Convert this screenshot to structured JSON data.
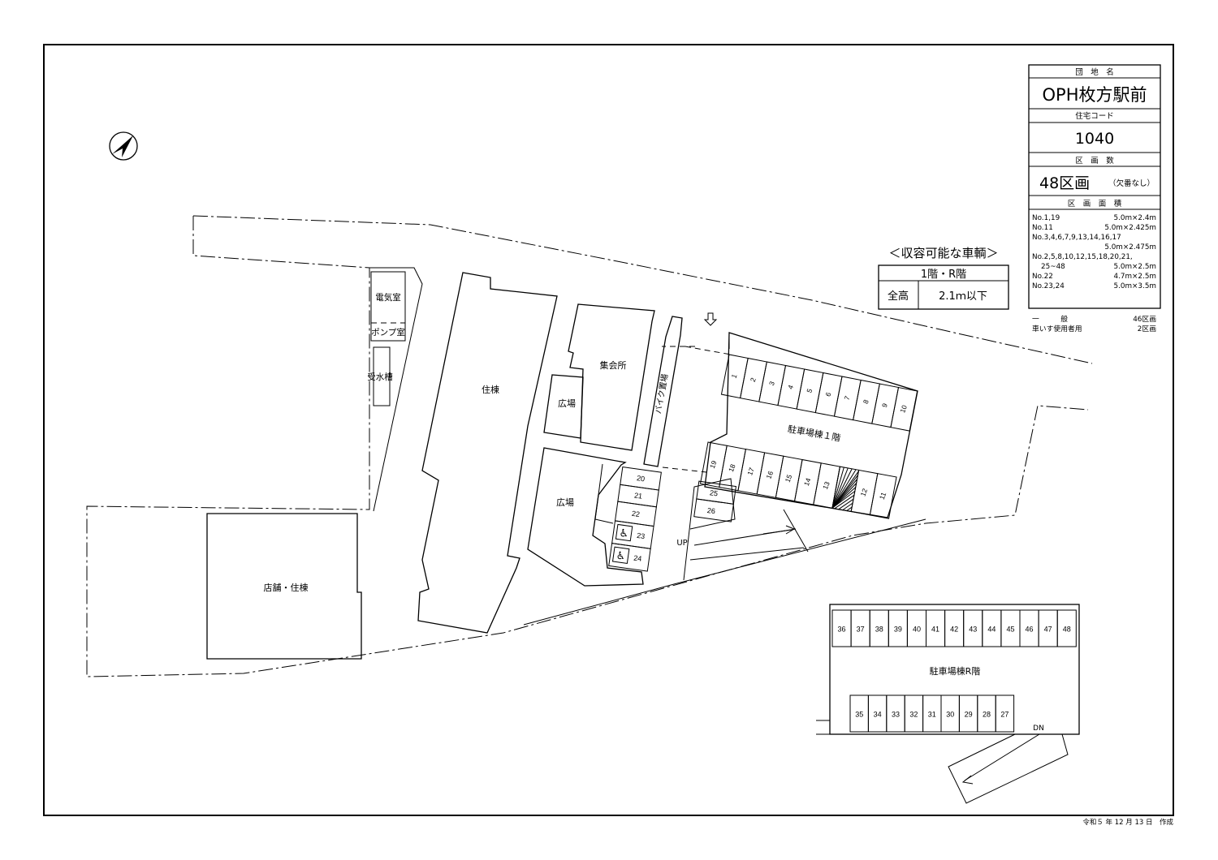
{
  "title_block": {
    "estate_label": "団　地　名",
    "estate_name": "OPH枚方駅前",
    "code_label": "住宅コード",
    "code_value": "1040",
    "count_label": "区　画　数",
    "count_value": "48区画",
    "count_note": "（欠番なし）",
    "area_label": "区　画　面　積",
    "areas": [
      {
        "nos": "No.1,19",
        "size": "5.0m×2.4m"
      },
      {
        "nos": "No.11",
        "size": "5.0m×2.425m"
      },
      {
        "nos": "No.3,4,6,7,9,13,14,16,17",
        "size": ""
      },
      {
        "nos": "",
        "size": "5.0m×2.475m"
      },
      {
        "nos": "No.2,5,8,10,12,15,18,20,21,",
        "size": ""
      },
      {
        "nos": "25~48",
        "size": "5.0m×2.5m"
      },
      {
        "nos": "No.22",
        "size": "4.7m×2.5m"
      },
      {
        "nos": "No.23,24",
        "size": "5.0m×3.5m"
      }
    ],
    "summary": [
      {
        "label": "一　　　般",
        "value": "46区画"
      },
      {
        "label": "車いす使用者用",
        "value": "2区画"
      }
    ]
  },
  "vehicle_box": {
    "title": "＜収容可能な車輌＞",
    "floors": "1階・R階",
    "height_label": "全高",
    "height_value": "2.1ｍ以下"
  },
  "labels": {
    "electric_room": "電気室",
    "pump_room": "ポンプ室",
    "water_tank": "受水槽",
    "residence": "住棟",
    "meeting_hall": "集会所",
    "plaza_upper": "広場",
    "plaza_lower": "広場",
    "bike_parking": "バイク置場",
    "parking_1f": "駐車場棟１階",
    "parking_rf": "駐車場棟R階",
    "shop_residence": "店舗・住棟",
    "up": "UP",
    "dn": "DN"
  },
  "spaces": {
    "row_top": [
      "1",
      "2",
      "3",
      "4",
      "5",
      "6",
      "7",
      "8",
      "9",
      "10"
    ],
    "row_mid": [
      "19",
      "18",
      "17",
      "16",
      "15",
      "14",
      "13",
      "",
      "12",
      "11"
    ],
    "col_left": [
      "20",
      "21",
      "22",
      "23",
      "24"
    ],
    "col_small": [
      "25",
      "26"
    ],
    "rf_top": [
      "36",
      "37",
      "38",
      "39",
      "40",
      "41",
      "42",
      "43",
      "44",
      "45",
      "46",
      "47",
      "48"
    ],
    "rf_bottom": [
      "35",
      "34",
      "33",
      "32",
      "31",
      "30",
      "29",
      "28",
      "27"
    ]
  },
  "footer": {
    "date": "令和５ 年 12 月 13 日　作成"
  }
}
